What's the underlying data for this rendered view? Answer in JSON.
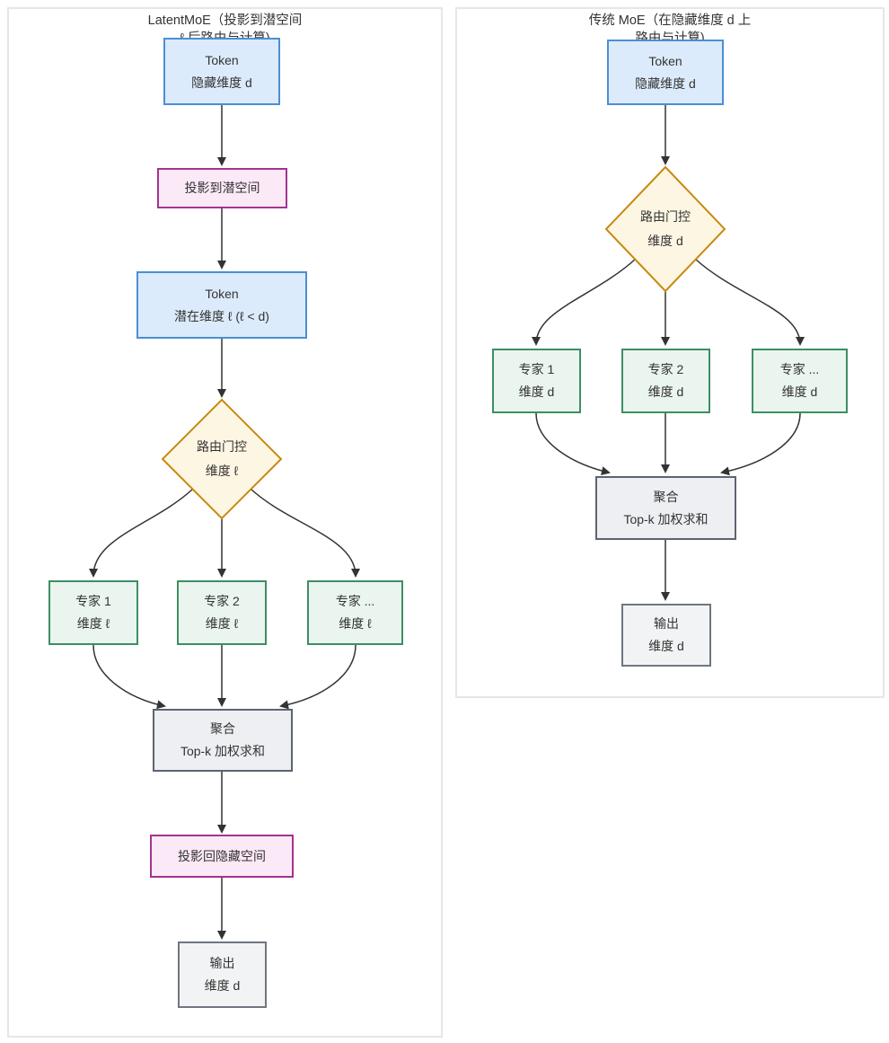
{
  "colors": {
    "bg": "#ffffff",
    "panel_border": "#e3e7ea",
    "text": "#333333",
    "edge": "#333333",
    "token_fill": "#dcebfb",
    "token_border": "#4a8fd4",
    "proj_fill": "#fce9f7",
    "proj_border": "#a3338f",
    "router_fill": "#fdf6e3",
    "router_border": "#c78a12",
    "expert_fill": "#e9f5ee",
    "expert_border": "#3e8e63",
    "agg_fill": "#edeff2",
    "agg_border": "#5b6472",
    "out_fill": "#f2f3f4",
    "out_border": "#6f7680"
  },
  "left": {
    "title_line1": "LatentMoE（投影到潜空间",
    "title_line2": "ℓ 后路由与计算)",
    "token_in": {
      "line1": "Token",
      "line2": "隐藏维度 d"
    },
    "proj_down": {
      "label": "投影到潜空间"
    },
    "token_latent": {
      "line1": "Token",
      "line2": "潜在维度 ℓ (ℓ < d)"
    },
    "router": {
      "line1": "路由门控",
      "line2": "维度 ℓ"
    },
    "expert1": {
      "line1": "专家 1",
      "line2": "维度 ℓ"
    },
    "expert2": {
      "line1": "专家 2",
      "line2": "维度 ℓ"
    },
    "expert_more": {
      "line1": "专家 ...",
      "line2": "维度 ℓ"
    },
    "aggregate": {
      "line1": "聚合",
      "line2": "Top-k 加权求和"
    },
    "proj_up": {
      "label": "投影回隐藏空间"
    },
    "output": {
      "line1": "输出",
      "line2": "维度 d"
    }
  },
  "right": {
    "title_line1": "传统 MoE（在隐藏维度 d 上",
    "title_line2": "路由与计算)",
    "token_in": {
      "line1": "Token",
      "line2": "隐藏维度 d"
    },
    "router": {
      "line1": "路由门控",
      "line2": "维度 d"
    },
    "expert1": {
      "line1": "专家 1",
      "line2": "维度 d"
    },
    "expert2": {
      "line1": "专家 2",
      "line2": "维度 d"
    },
    "expert_more": {
      "line1": "专家 ...",
      "line2": "维度 d"
    },
    "aggregate": {
      "line1": "聚合",
      "line2": "Top-k 加权求和"
    },
    "output": {
      "line1": "输出",
      "line2": "维度 d"
    }
  }
}
